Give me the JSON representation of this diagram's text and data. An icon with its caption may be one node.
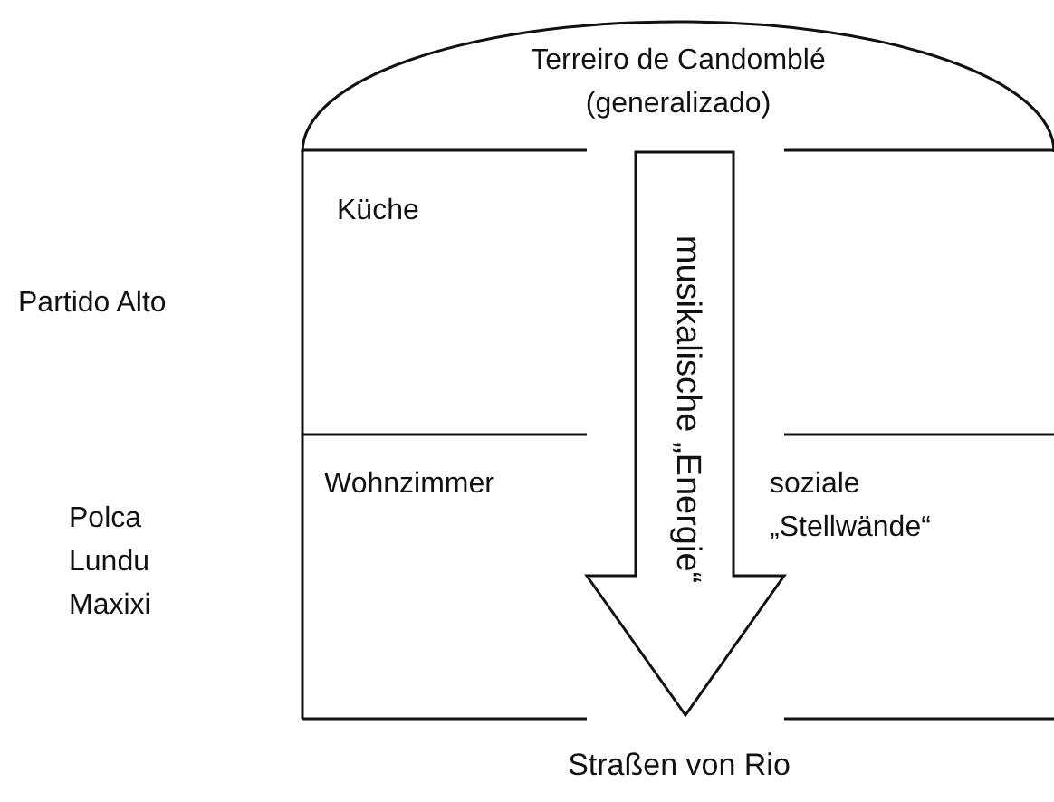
{
  "diagram": {
    "nodes": [
      {
        "text": [
          "Terreiro de Candomblé (generalizado)"
        ]
      },
      {
        "text": [
          "Küche"
        ]
      },
      {
        "text": [
          "Wohnzimmer",
          "soziale „Stellwände“"
        ]
      },
      {
        "text": [
          "musikalische „Energie“"
        ]
      }
    ],
    "labels": [
      "Partido Alto",
      "Polca",
      "Lundu",
      "Maxixi",
      "Straßen von Rio"
    ]
  }
}
